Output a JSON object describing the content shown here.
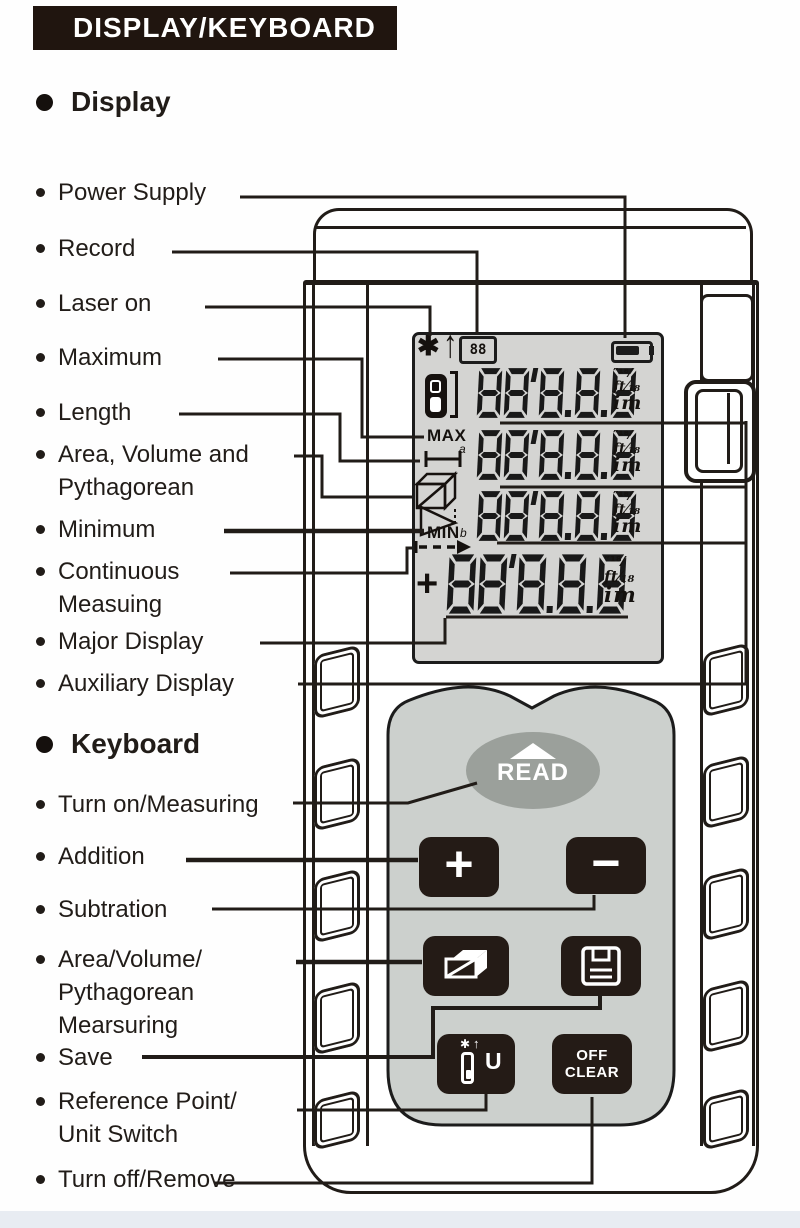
{
  "header": {
    "title": "DISPLAY/KEYBOARD"
  },
  "sections": {
    "display": "Display",
    "keyboard": "Keyboard"
  },
  "display_labels": [
    {
      "id": "power-supply",
      "text": "Power Supply"
    },
    {
      "id": "record",
      "text": "Record"
    },
    {
      "id": "laser-on",
      "text": "Laser on"
    },
    {
      "id": "maximum",
      "text": "Maximum"
    },
    {
      "id": "length",
      "text": "Length"
    },
    {
      "id": "area-volume-pythagorean",
      "text": "Area, Volume and\nPythagorean"
    },
    {
      "id": "minimum",
      "text": "Minimum"
    },
    {
      "id": "continuous-measuring",
      "text": "Continuous\nMeasuing"
    },
    {
      "id": "major-display",
      "text": "Major Display"
    },
    {
      "id": "auxiliary-display",
      "text": "Auxiliary Display"
    }
  ],
  "keyboard_labels": [
    {
      "id": "turn-on-measuring",
      "text": "Turn on/Measuring"
    },
    {
      "id": "addition",
      "text": "Addition"
    },
    {
      "id": "subtraction",
      "text": "Subtration"
    },
    {
      "id": "area-volume-measuring",
      "text": "Area/Volume/\nPythagorean\nMearsuring"
    },
    {
      "id": "save",
      "text": "Save"
    },
    {
      "id": "reference-unit",
      "text": "Reference Point/\nUnit Switch"
    },
    {
      "id": "turn-off-remove",
      "text": "Turn off/Remove"
    }
  ],
  "device": {
    "lcd": {
      "record_value": "88",
      "max_label": "MAX",
      "min_label": "MIN",
      "length_superscript": "a",
      "pyramid_subscript": "b",
      "rows": [
        {
          "digits": "88'8.8.8",
          "size": "small"
        },
        {
          "digits": "88'8.8.8",
          "size": "small"
        },
        {
          "digits": "88'8.8.8",
          "size": "small"
        },
        {
          "digits": "88'8.8.8",
          "size": "large"
        }
      ],
      "units": {
        "top": "″¹⁸⁄",
        "mid": "ft⁄₁₈",
        "bot": "im"
      }
    },
    "buttons": {
      "read": "READ",
      "plus": "+",
      "minus": "−",
      "off_clear": "OFF\nCLEAR",
      "unit": "U"
    }
  },
  "colors": {
    "title_bar": "#20150f",
    "line": "#211c18",
    "lcd_bg": "#d4d4d2",
    "keypad_bg": "#ccd0cd",
    "read_bg": "#9ba09b",
    "button_bg": "#241b16",
    "footer_strip": "#e8ecf2"
  }
}
